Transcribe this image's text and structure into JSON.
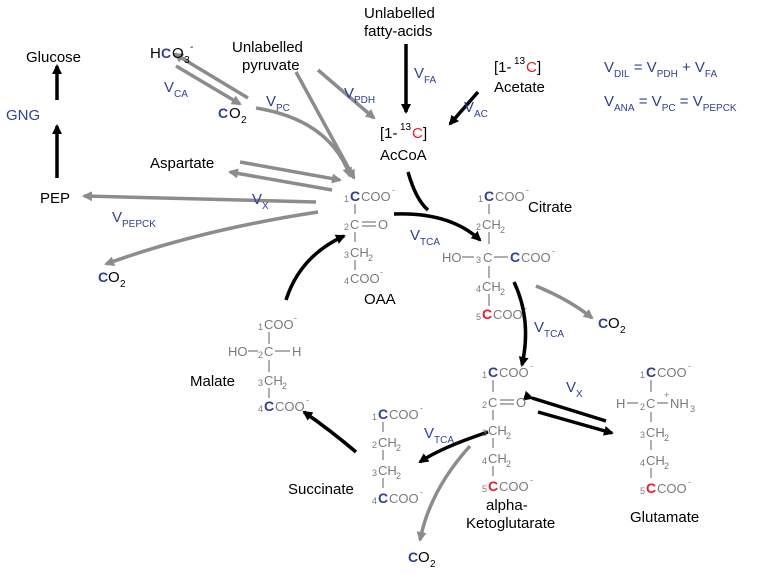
{
  "metabolites": {
    "glucose": "Glucose",
    "pep": "PEP",
    "co2_pep": "CO",
    "aspartate": "Aspartate",
    "hco3": "HCO",
    "co2_ca": "CO",
    "pyruvate_line1": "Unlabelled",
    "pyruvate_line2": "pyruvate",
    "fa_line1": "Unlabelled",
    "fa_line2": "fatty-acids",
    "acetate_label": "[1-",
    "acetate_name": "Acetate",
    "acetate_sup": "13",
    "acetate_c": "C",
    "acetate_close": "]",
    "acoa_label": "[1-",
    "acoa_sup": "13",
    "acoa_c": "C",
    "acoa_close": "]",
    "acoa_name": "AcCoA",
    "oaa": "OAA",
    "citrate": "Citrate",
    "co2_cit": "CO",
    "malate": "Malate",
    "succinate": "Succinate",
    "akg_line1": "alpha-",
    "akg_line2": "Ketoglutarate",
    "co2_akg": "CO",
    "glutamate": "Glutamate",
    "sub_2": "2",
    "sub_3": "3",
    "minus": "-",
    "plus": "+"
  },
  "fluxes": {
    "gng": "GNG",
    "v": "V",
    "ca": "CA",
    "pc": "PC",
    "pdh": "PDH",
    "fa": "FA",
    "ac": "AC",
    "x": "X",
    "pepck": "PEPCK",
    "tca": "TCA",
    "dil": "DIL",
    "ana": "ANA"
  },
  "equations": {
    "eq1": [
      "V",
      "DIL",
      " = V",
      "PDH",
      " + V",
      "FA"
    ],
    "eq2": [
      "V",
      "ANA",
      " = V",
      "PC",
      " = V",
      "PEPCK"
    ]
  },
  "structure_text": {
    "coo": "COO",
    "c": "C",
    "ch2": "CH",
    "o": "O",
    "ho": "HO",
    "h": "H",
    "nh3": "NH",
    "eq": "=",
    "n1": "1",
    "n2": "2",
    "n3": "3",
    "n4": "4",
    "n5": "5"
  },
  "colors": {
    "flux_blue": "#2e3f94",
    "label_red": "#e31e24",
    "arrow_gray": "#8c8c8c",
    "arrow_black": "#000000"
  }
}
